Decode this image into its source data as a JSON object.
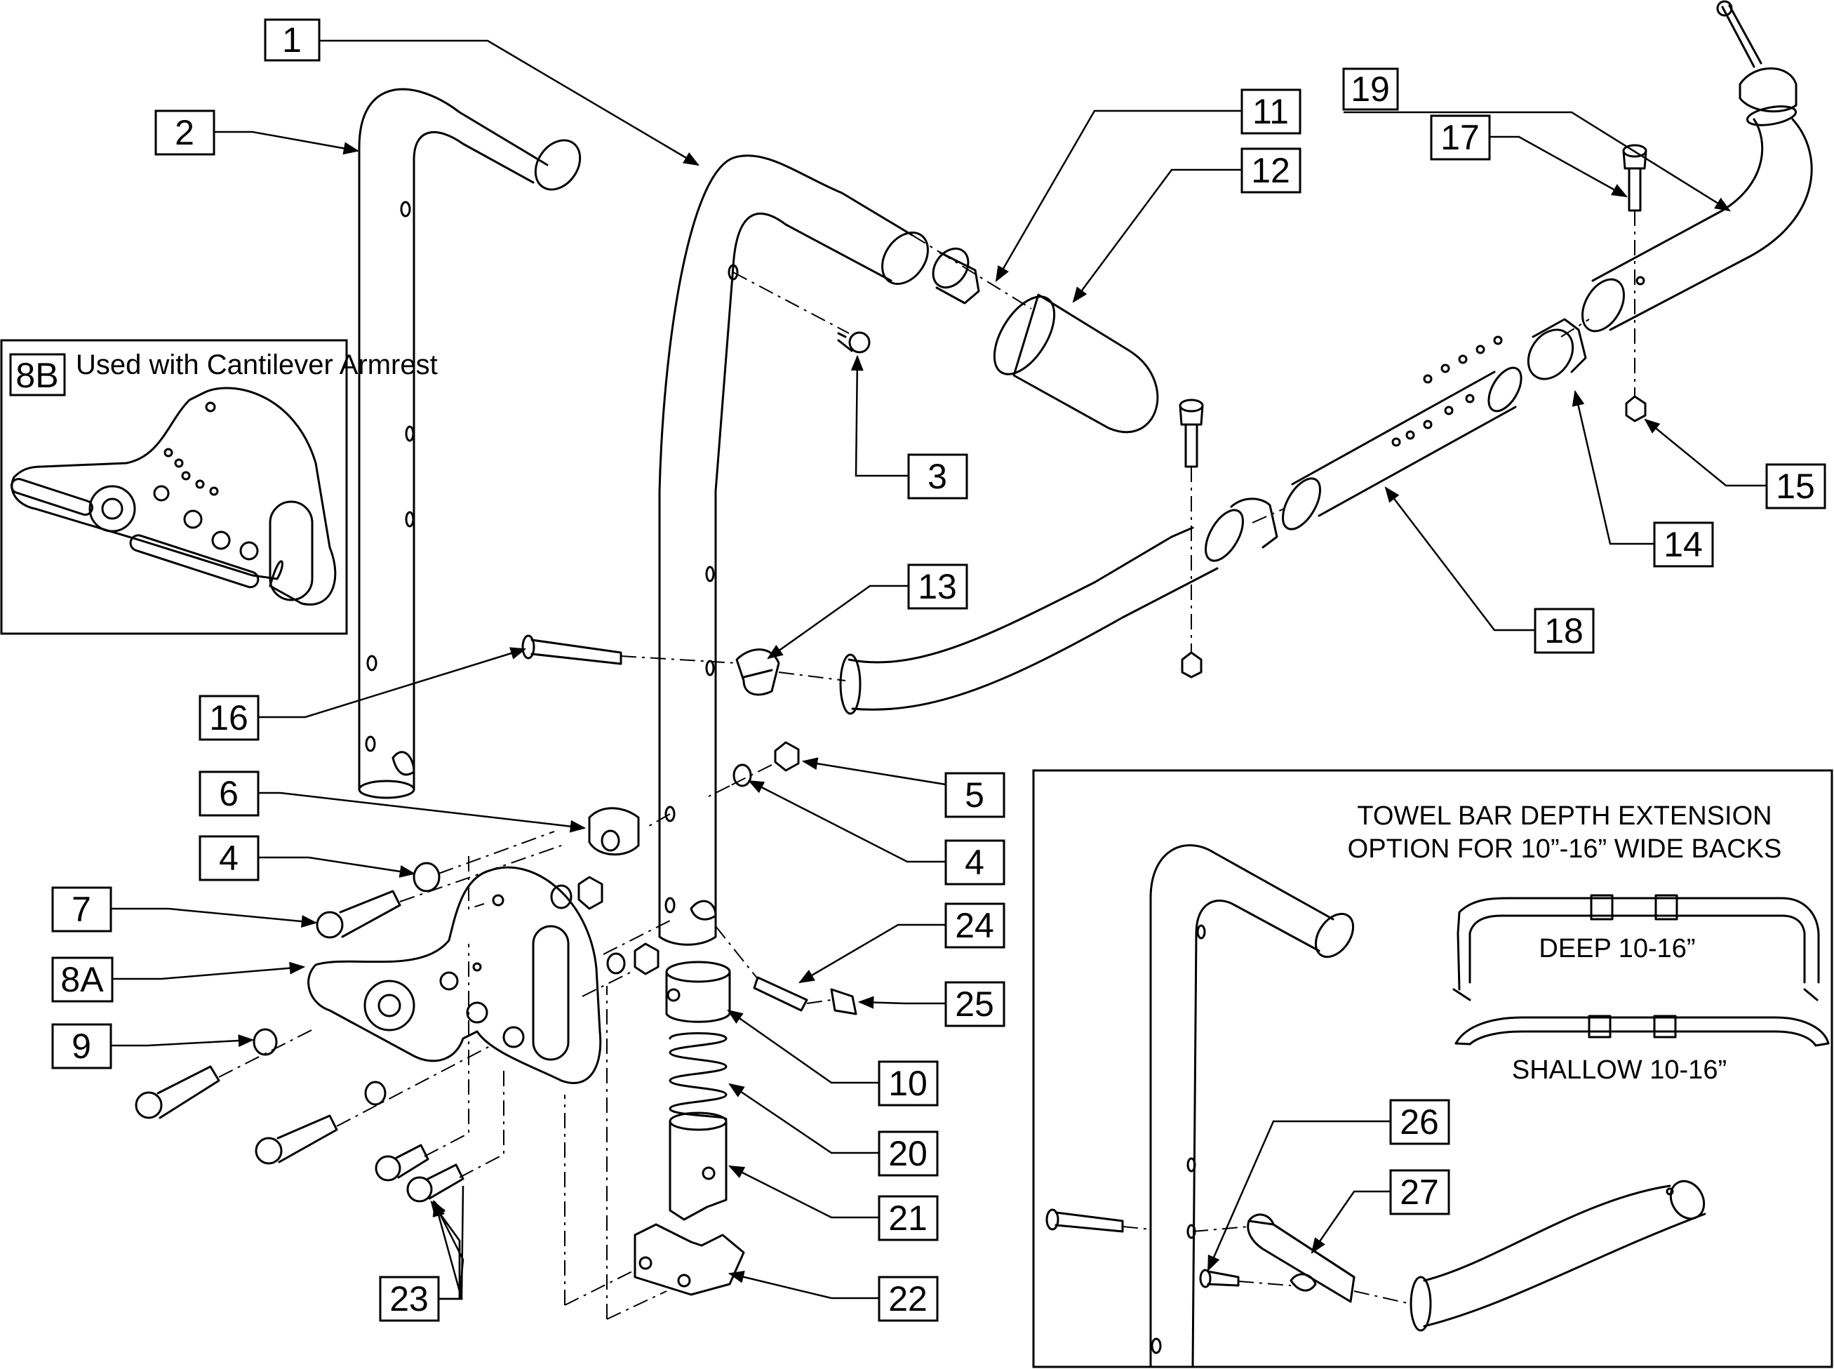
{
  "callouts": {
    "c1": "1",
    "c2": "2",
    "c3": "3",
    "c4a": "4",
    "c4b": "4",
    "c5": "5",
    "c6": "6",
    "c7": "7",
    "c8a": "8A",
    "c8b": "8B",
    "c9": "9",
    "c10": "10",
    "c11": "11",
    "c12": "12",
    "c13": "13",
    "c14": "14",
    "c15": "15",
    "c16": "16",
    "c17": "17",
    "c18": "18",
    "c19": "19",
    "c20": "20",
    "c21": "21",
    "c22": "22",
    "c23": "23",
    "c24": "24",
    "c25": "25",
    "c26": "26",
    "c27": "27"
  },
  "inset_8b": {
    "caption": "Used with Cantilever Armrest"
  },
  "towel_bar_inset": {
    "title_line1": "TOWEL BAR DEPTH EXTENSION",
    "title_line2": "OPTION FOR 10”-16” WIDE BACKS",
    "deep_label": "DEEP 10-16”",
    "shallow_label": "SHALLOW 10-16”"
  }
}
